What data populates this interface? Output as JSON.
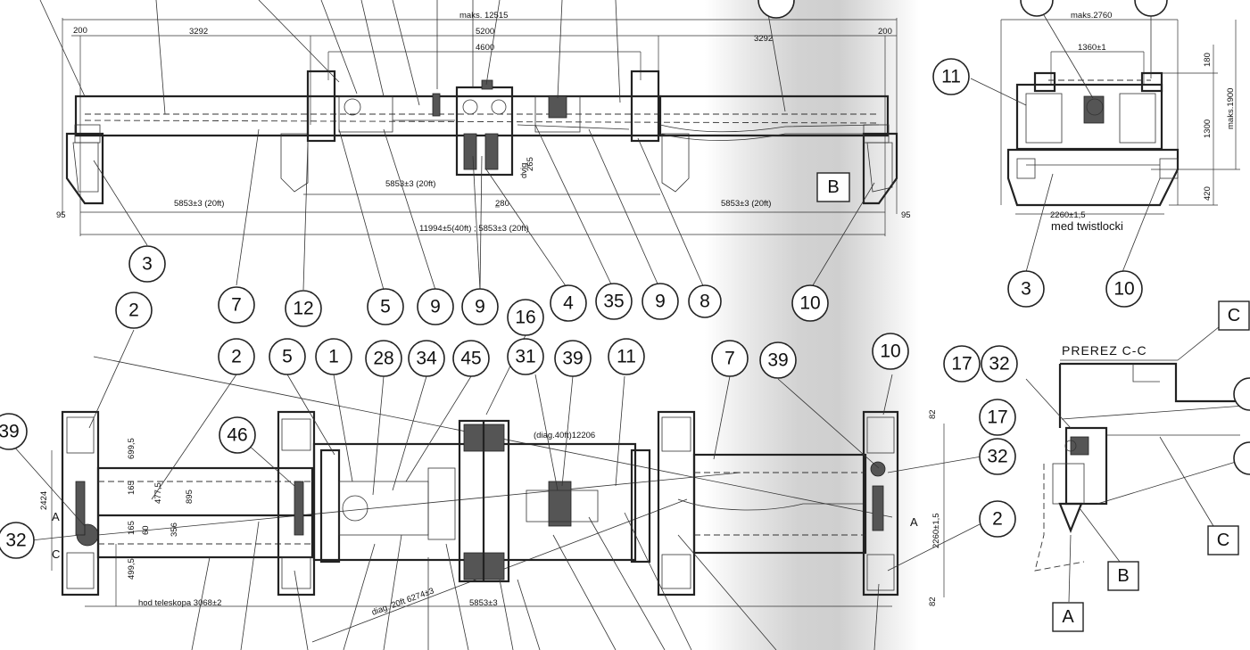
{
  "dims": {
    "top_overall": "maks. 12515",
    "top_200_left": "200",
    "top_3292_left": "3292",
    "top_5200": "5200",
    "top_4600": "4600",
    "top_3292_right": "3292",
    "top_200_right": "200",
    "top_5853_mid": "5853±3 (20ft)",
    "top_5853_left": "5853±3 (20ft)",
    "top_5853_right": "5853±3 (20ft)",
    "top_95_left": "95",
    "top_95_right": "95",
    "top_280": "280",
    "top_265": "265",
    "top_dvig": "dvig",
    "top_bottom": "11994±5(40ft) ; 5853±3 (20ft)",
    "side_maks2760": "maks.2760",
    "side_1360": "1360±1",
    "side_180": "180",
    "side_1300": "1300",
    "side_maks1900": "maks.1900",
    "side_420": "420",
    "side_2260": "2260±1,5",
    "side_twist": "med twistlocki",
    "plan_diag40": "(diag.40ft)12206",
    "plan_diag20": "diag. 20ft 6274±3",
    "plan_hod": "hod teleskopa 3068±2",
    "plan_5853": "5853±3",
    "plan_699": "699,5",
    "plan_165a": "165",
    "plan_477": "477,5",
    "plan_895": "895",
    "plan_60": "60",
    "plan_356": "356",
    "plan_165b": "165",
    "plan_499": "499,5",
    "plan_2424": "2424",
    "plan_2260": "2260±1,5",
    "plan_82a": "82",
    "plan_82b": "82",
    "section_title": "PREREZ C-C"
  },
  "callouts_top": [
    "3",
    "7",
    "12",
    "5",
    "9",
    "9",
    "4",
    "35",
    "9",
    "8",
    "10"
  ],
  "callouts_plan": [
    "2",
    "39",
    "32",
    "2",
    "5",
    "1",
    "28",
    "34",
    "45",
    "46",
    "16",
    "31",
    "39",
    "11",
    "7",
    "39",
    "10",
    "17",
    "32",
    "2"
  ],
  "callouts_side": [
    "11",
    "3",
    "10",
    "17",
    "32"
  ],
  "letter_boxes": [
    "B",
    "C",
    "B",
    "A",
    "C"
  ],
  "section_letters": [
    "A",
    "C",
    "A"
  ]
}
